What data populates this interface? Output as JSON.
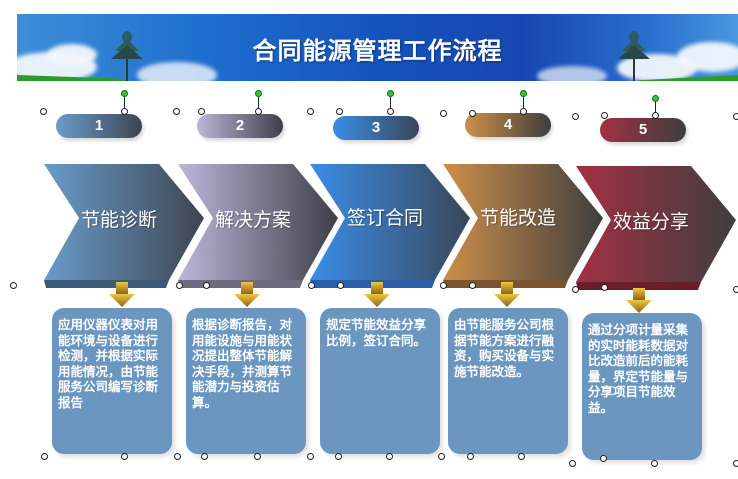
{
  "title": "合同能源管理工作流程",
  "colors": {
    "banner_blue": "#1553be",
    "desc_box": "#6b96bf",
    "arrow_gold": "#d8a92a"
  },
  "steps": [
    {
      "number": "1",
      "label": "节能诊断",
      "description": "应用仪器仪表对用能环境与设备进行检测，并根据实际用能情况，由节能服务公司编写诊断报告",
      "color_start": "#6a9ccb",
      "color_end": "#3e4550"
    },
    {
      "number": "2",
      "label": "解决方案",
      "description": "根据诊断报告，对用能设施与用能状况提出整体节能解决手段，并测算节能潜力与投资估算。",
      "color_start": "#bcb6da",
      "color_end": "#3f3f47"
    },
    {
      "number": "3",
      "label": "签订合同",
      "description": "规定节能效益分享比例，签订合同。",
      "color_start": "#3a8ee8",
      "color_end": "#3a4658"
    },
    {
      "number": "4",
      "label": "节能改造",
      "description": "由节能服务公司根据节能方案进行融资，购买设备与实施节能改造。",
      "color_start": "#cd8f4a",
      "color_end": "#3e3e3e"
    },
    {
      "number": "5",
      "label": "效益分享",
      "description": "通过分项计量采集的实时能耗数据对比改造前后的能耗量，界定节能量与分享项目节能效益。",
      "color_start": "#a33043",
      "color_end": "#3e3e3e"
    }
  ]
}
